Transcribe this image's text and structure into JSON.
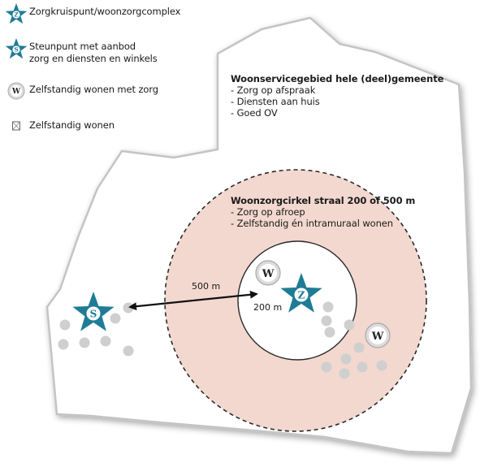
{
  "legend": {
    "zorgkruispunt": {
      "symbol": "Z",
      "label": "Zorgkruispunt/woonzorgcomplex"
    },
    "steunpunt": {
      "symbol": "S",
      "lines": [
        "Steunpunt met aanbod",
        "zorg en diensten en winkels"
      ]
    },
    "zelfstandig_zorg": {
      "symbol": "W",
      "label": "Zelfstandig wonen met zorg"
    },
    "zelfstandig": {
      "label": "Zelfstandig wonen"
    }
  },
  "servicegebied": {
    "title": "Woonservicegebied hele (deel)gemeente",
    "items": [
      "- Zorg op afspraak",
      "- Diensten aan huis",
      "- Goed OV"
    ]
  },
  "woonzorgcirkel": {
    "title": "Woonzorgcirkel straal 200 of 500 m",
    "items": [
      "- Zorg op afroep",
      "- Zelfstandig én intramuraal wonen"
    ]
  },
  "distances": {
    "outer": "500 m",
    "inner": "200 m"
  },
  "map_symbols": {
    "z": "Z",
    "s": "S",
    "w": "W"
  },
  "colors": {
    "star_teal": "#1f7c96",
    "ring_pink": "#f3d8cf",
    "dot_gray": "#cfcfcf",
    "outline": "#bdbdbd",
    "w_badge": "#d9d9d9"
  }
}
